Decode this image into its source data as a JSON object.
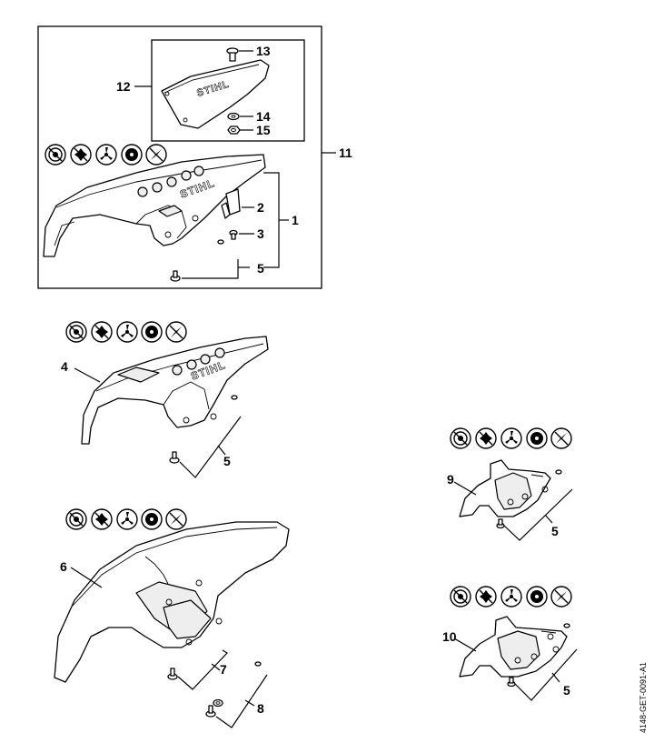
{
  "callouts": {
    "c1": "1",
    "c2": "2",
    "c3": "3",
    "c5a": "5",
    "c11": "11",
    "c12": "12",
    "c13": "13",
    "c14": "14",
    "c15": "15",
    "c4": "4",
    "c5b": "5",
    "c6": "6",
    "c7": "7",
    "c8": "8",
    "c9": "9",
    "c5c": "5",
    "c10": "10",
    "c5d": "5"
  },
  "guard_brand": "STIHL",
  "doc_id": "4148-GET-0091-A1",
  "tool_icons": [
    "mowing-head-icon",
    "four-blade-icon",
    "three-blade-icon",
    "shredder-blade-icon",
    "two-blade-icon"
  ]
}
